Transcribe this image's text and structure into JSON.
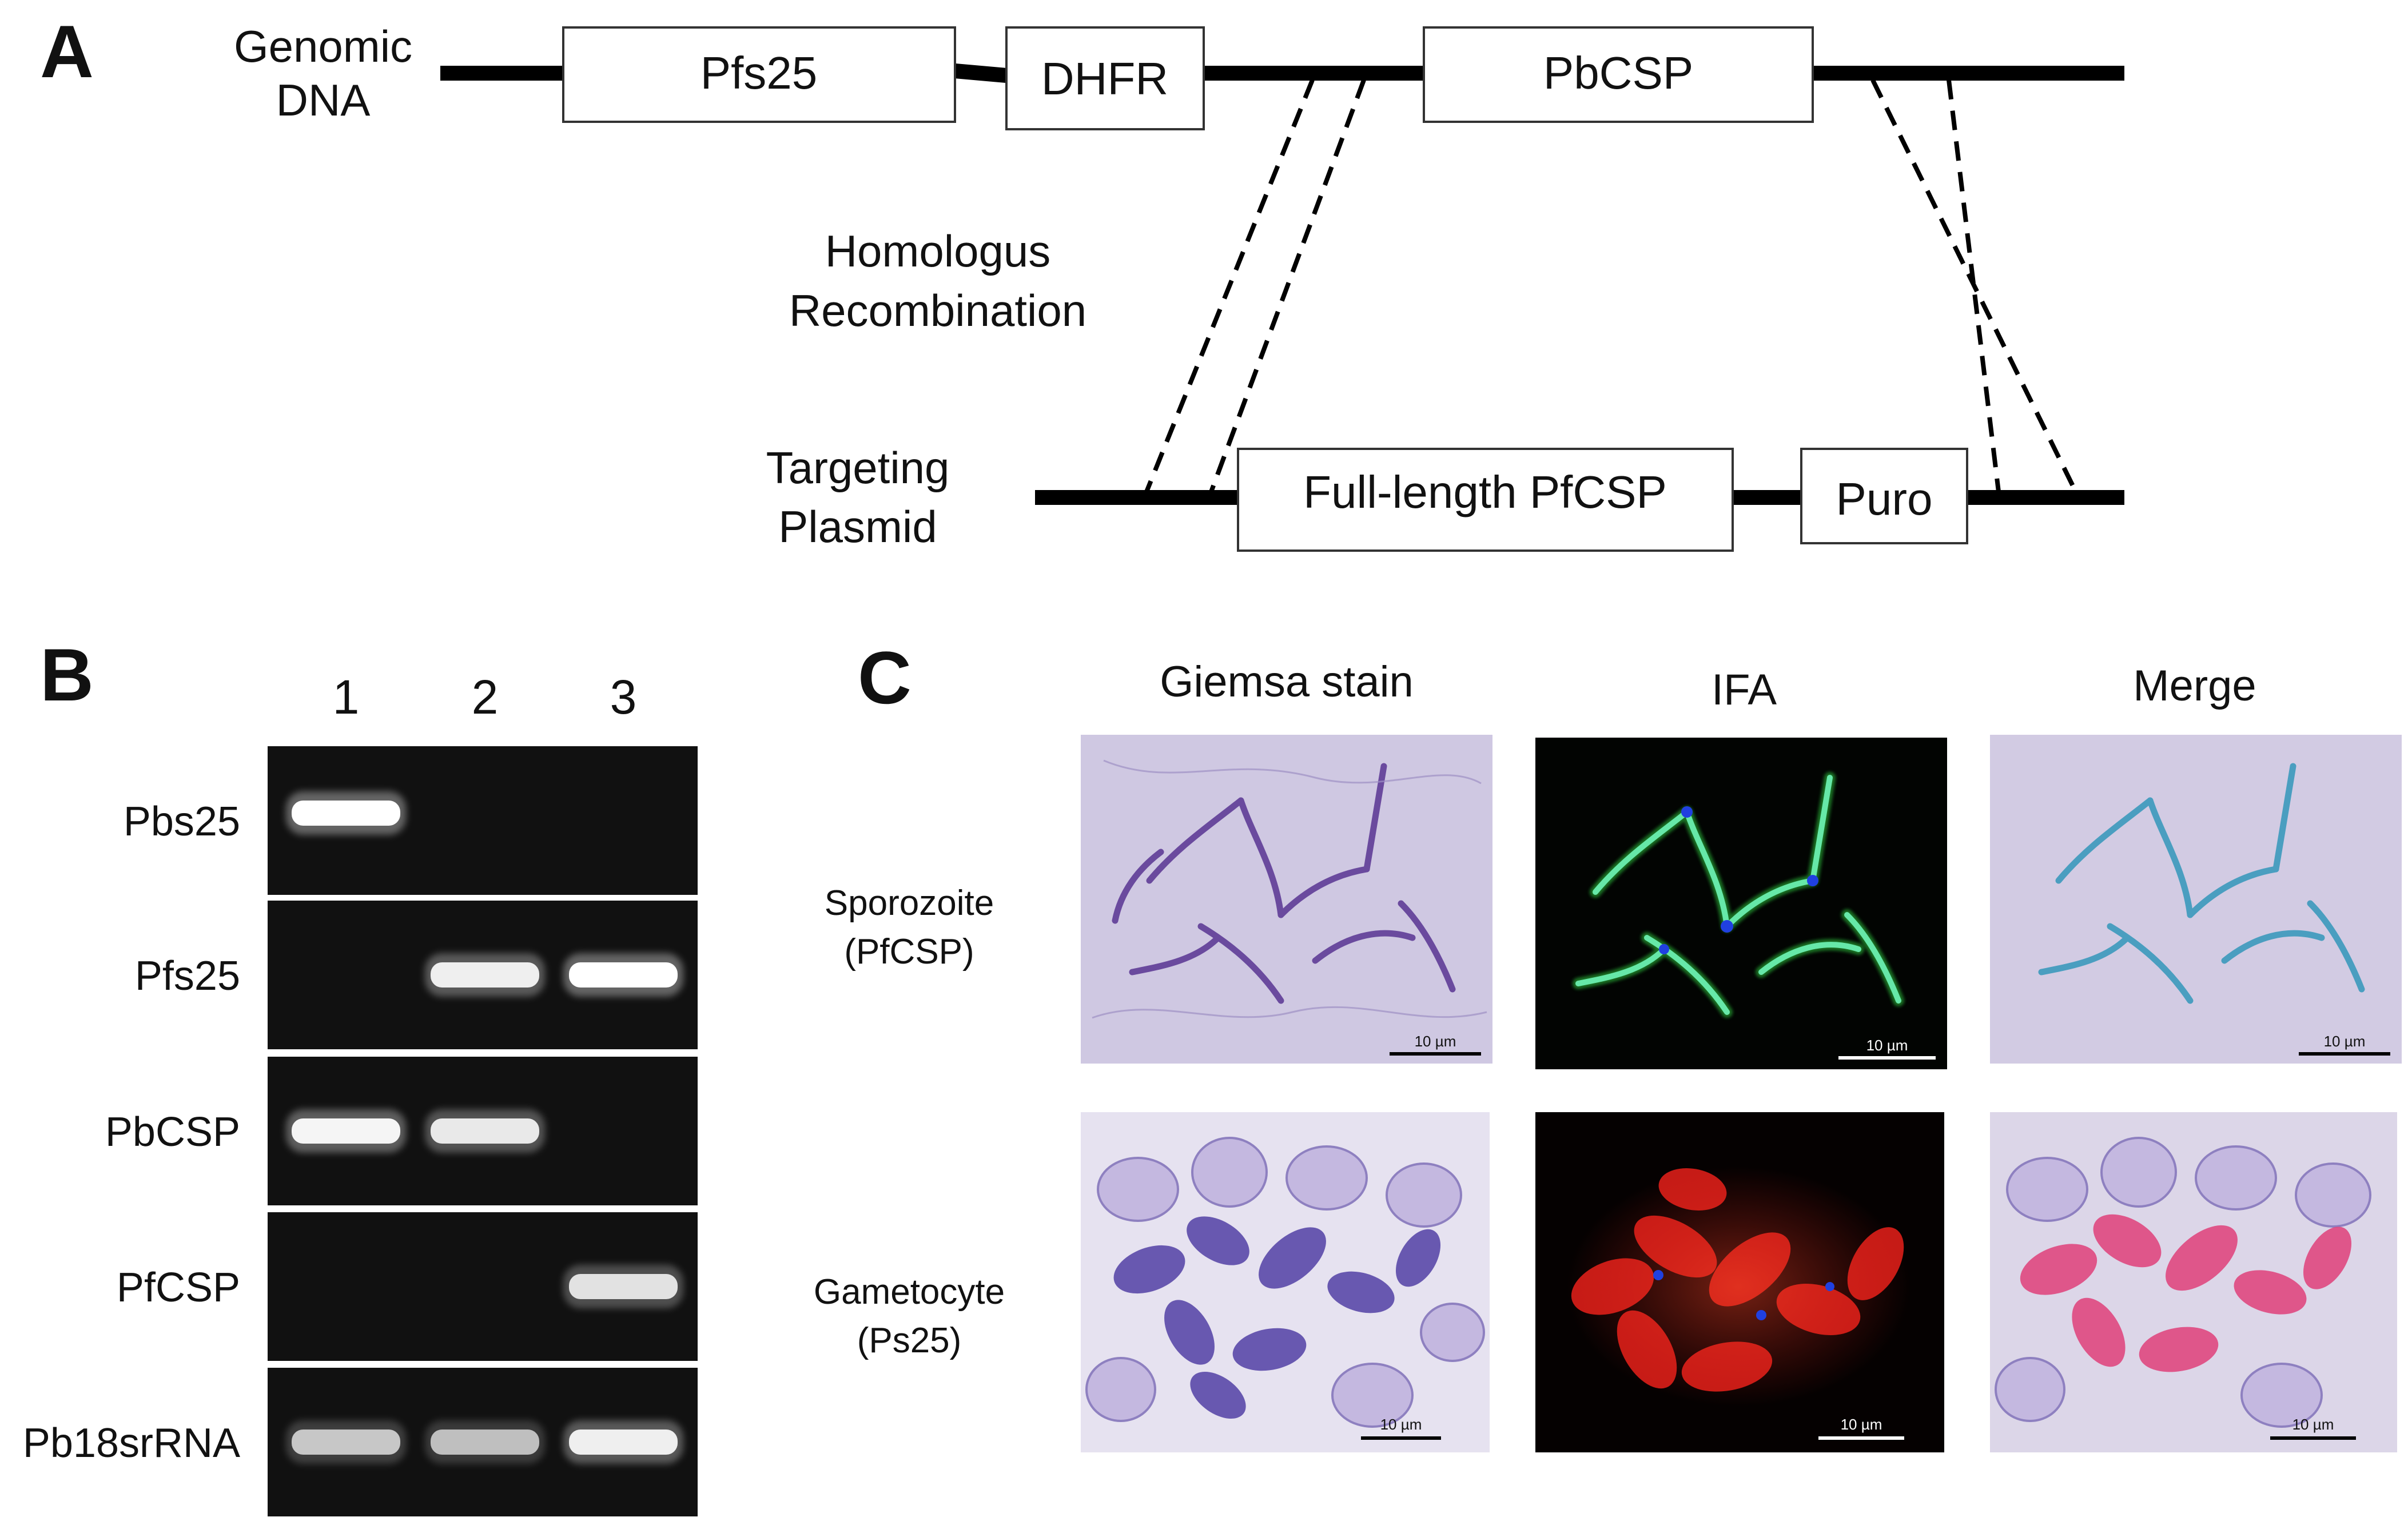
{
  "panel_a": {
    "letter": "A",
    "genomic_label_line1": "Genomic",
    "genomic_label_line2": "DNA",
    "genomic_boxes": [
      "Pfs25",
      "DHFR",
      "PbCSP"
    ],
    "recombination_line1": "Homologus",
    "recombination_line2": "Recombination",
    "plasmid_label_line1": "Targeting",
    "plasmid_label_line2": "Plasmid",
    "plasmid_boxes": [
      "Full-length PfCSP",
      "Puro"
    ]
  },
  "panel_b": {
    "letter": "B",
    "lanes": [
      "1",
      "2",
      "3"
    ],
    "rows": [
      {
        "label": "Pbs25",
        "bands": [
          1.0,
          0.0,
          0.0
        ]
      },
      {
        "label": "Pfs25",
        "bands": [
          0.0,
          0.85,
          1.0
        ]
      },
      {
        "label": "PbCSP",
        "bands": [
          0.9,
          0.8,
          0.0
        ]
      },
      {
        "label": "PfCSP",
        "bands": [
          0.0,
          0.0,
          0.75
        ]
      },
      {
        "label": "Pb18srRNA",
        "bands": [
          0.55,
          0.5,
          0.85
        ]
      }
    ]
  },
  "panel_c": {
    "letter": "C",
    "columns": [
      "Giemsa stain",
      "IFA",
      "Merge"
    ],
    "rows": [
      {
        "label_line1": "Sporozoite",
        "label_line2": "(PfCSP)"
      },
      {
        "label_line1": "Gametocyte",
        "label_line2": "(Ps25)"
      }
    ],
    "scale_bar": "10 µm",
    "colors": {
      "giemsa_bg": "#ccc4e0",
      "giemsa_cell": "#7b60b0",
      "ifa_green": "#2ecc40",
      "ifa_red": "#e8201a",
      "dapi_blue": "#2040e0"
    }
  }
}
